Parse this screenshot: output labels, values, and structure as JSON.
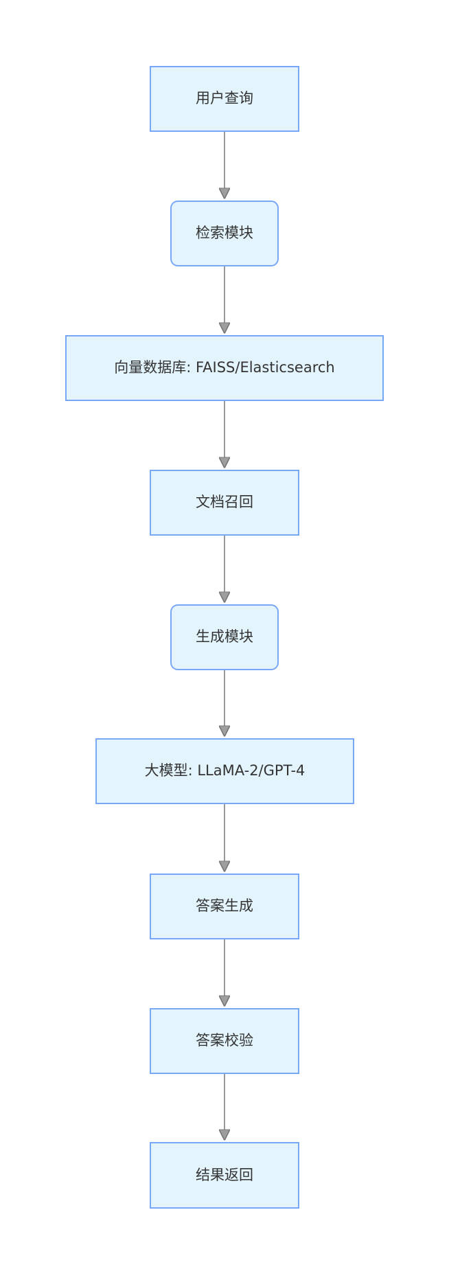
{
  "diagram": {
    "type": "flowchart",
    "direction": "top-down",
    "colors": {
      "background": "#ffffff",
      "node_fill": "#e3f4fd",
      "node_border": "#79a7f8",
      "node_text": "#333333",
      "arrow_line": "#999999",
      "arrow_head": "#9e9e9e"
    },
    "nodes": [
      {
        "id": "user-query",
        "label": "用户查询",
        "shape": "rect"
      },
      {
        "id": "retrieval-module",
        "label": "检索模块",
        "shape": "rounded"
      },
      {
        "id": "vector-database",
        "label": "向量数据库: FAISS/Elasticsearch",
        "shape": "rect"
      },
      {
        "id": "document-recall",
        "label": "文档召回",
        "shape": "rect"
      },
      {
        "id": "generation-module",
        "label": "生成模块",
        "shape": "rounded"
      },
      {
        "id": "large-model",
        "label": "大模型: LLaMA-2/GPT-4",
        "shape": "rect"
      },
      {
        "id": "answer-generation",
        "label": "答案生成",
        "shape": "rect"
      },
      {
        "id": "answer-verification",
        "label": "答案校验",
        "shape": "rect"
      },
      {
        "id": "result-return",
        "label": "结果返回",
        "shape": "rect"
      }
    ],
    "edges": [
      {
        "from": "用户查询",
        "to": "检索模块"
      },
      {
        "from": "检索模块",
        "to": "向量数据库: FAISS/Elasticsearch"
      },
      {
        "from": "向量数据库: FAISS/Elasticsearch",
        "to": "文档召回"
      },
      {
        "from": "文档召回",
        "to": "生成模块"
      },
      {
        "from": "生成模块",
        "to": "大模型: LLaMA-2/GPT-4"
      },
      {
        "from": "大模型: LLaMA-2/GPT-4",
        "to": "答案生成"
      },
      {
        "from": "答案生成",
        "to": "答案校验"
      },
      {
        "from": "答案校验",
        "to": "结果返回"
      }
    ]
  }
}
